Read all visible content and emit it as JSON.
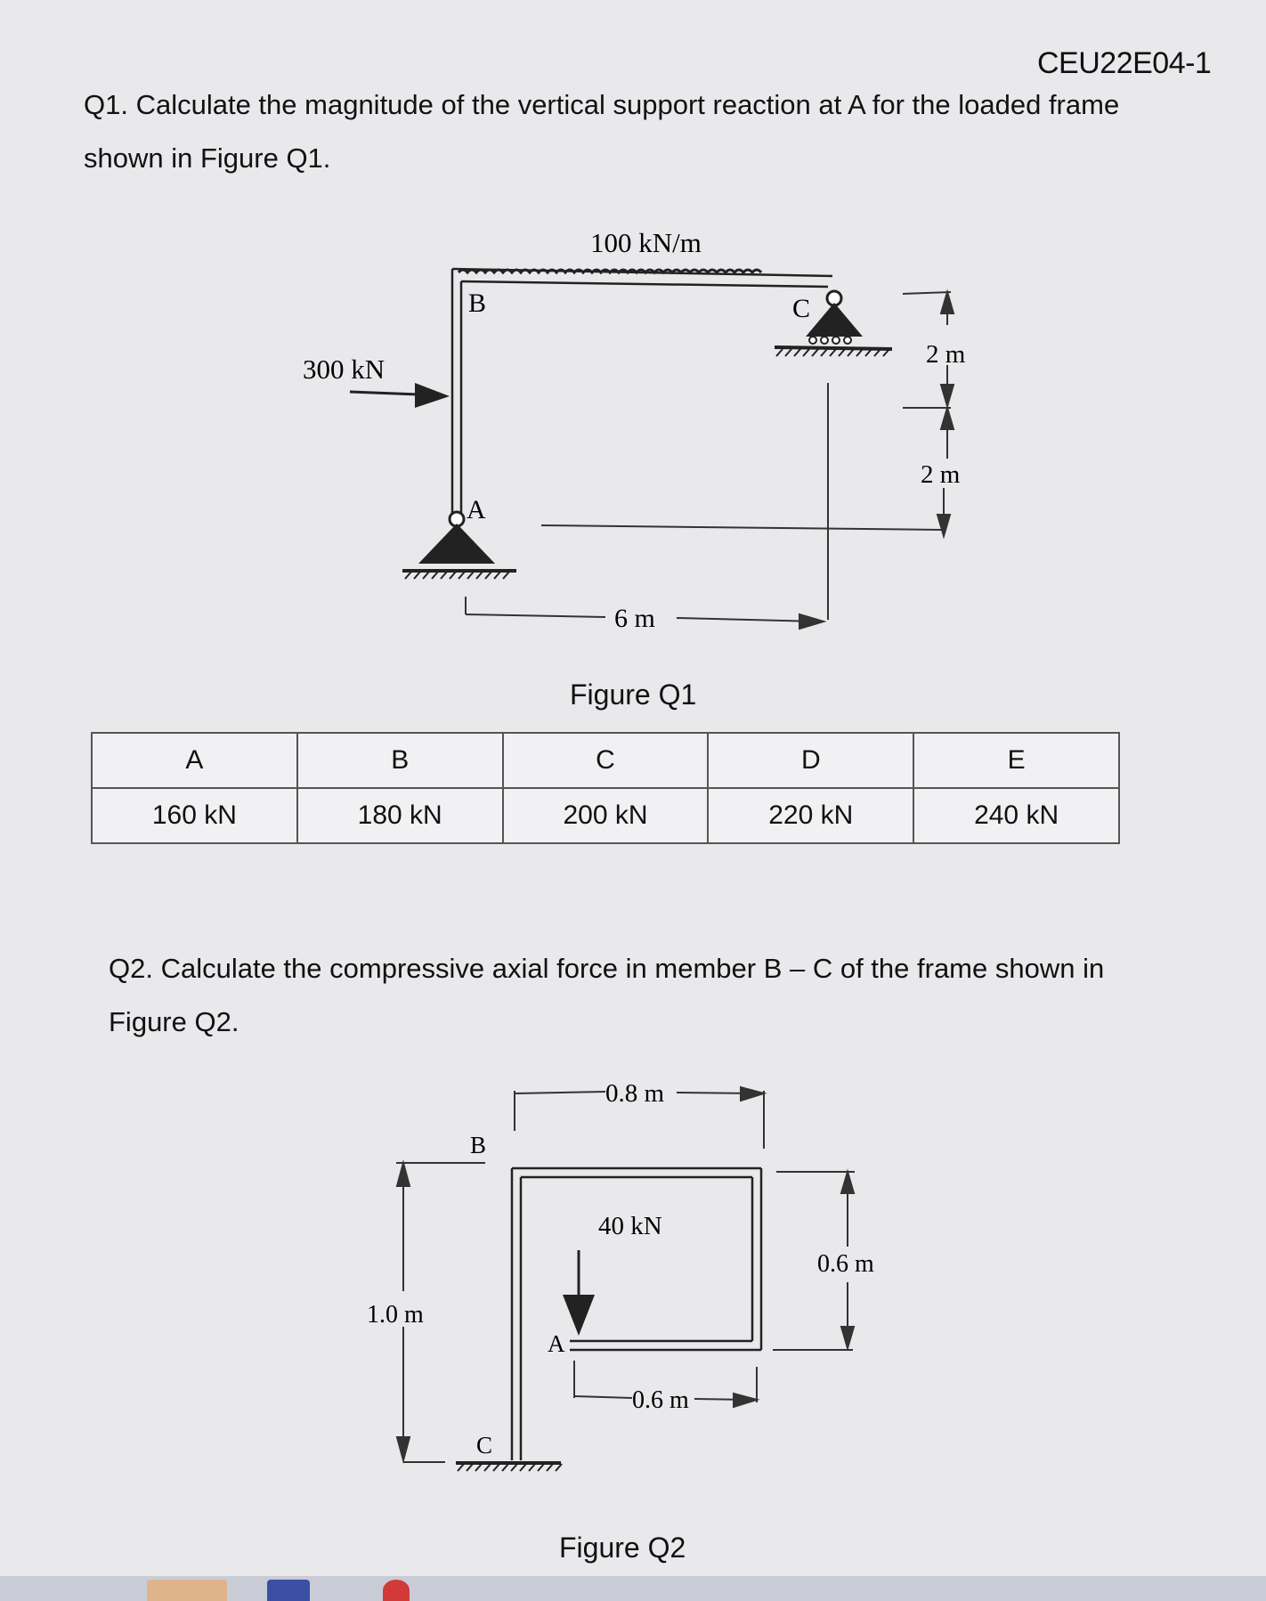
{
  "document_id": "CEU22E04-1",
  "q1": {
    "text": "Q1. Calculate the magnitude of the vertical support reaction at A for the loaded frame shown in Figure Q1.",
    "figure": {
      "distributed_load": "100 kN/m",
      "horizontal_load": "300 kN",
      "label_a": "A",
      "label_b": "B",
      "label_c": "C",
      "dim_top": "2 m",
      "dim_bottom": "2 m",
      "dim_width": "6 m",
      "caption": "Figure Q1"
    },
    "options": {
      "headers": [
        "A",
        "B",
        "C",
        "D",
        "E"
      ],
      "values": [
        "160 kN",
        "180 kN",
        "200 kN",
        "220 kN",
        "240 kN"
      ]
    }
  },
  "q2": {
    "text": "Q2. Calculate the compressive axial force in member B – C of the frame shown in Figure Q2.",
    "figure": {
      "dim_top": "0.8 m",
      "load": "40 kN",
      "dim_right": "0.6 m",
      "dim_left": "1.0 m",
      "dim_bottom": "0.6 m",
      "label_a": "A",
      "label_b": "B",
      "label_c": "C",
      "caption": "Figure Q2"
    }
  },
  "colors": {
    "page": "#e9e9ec",
    "ink": "#111111"
  }
}
